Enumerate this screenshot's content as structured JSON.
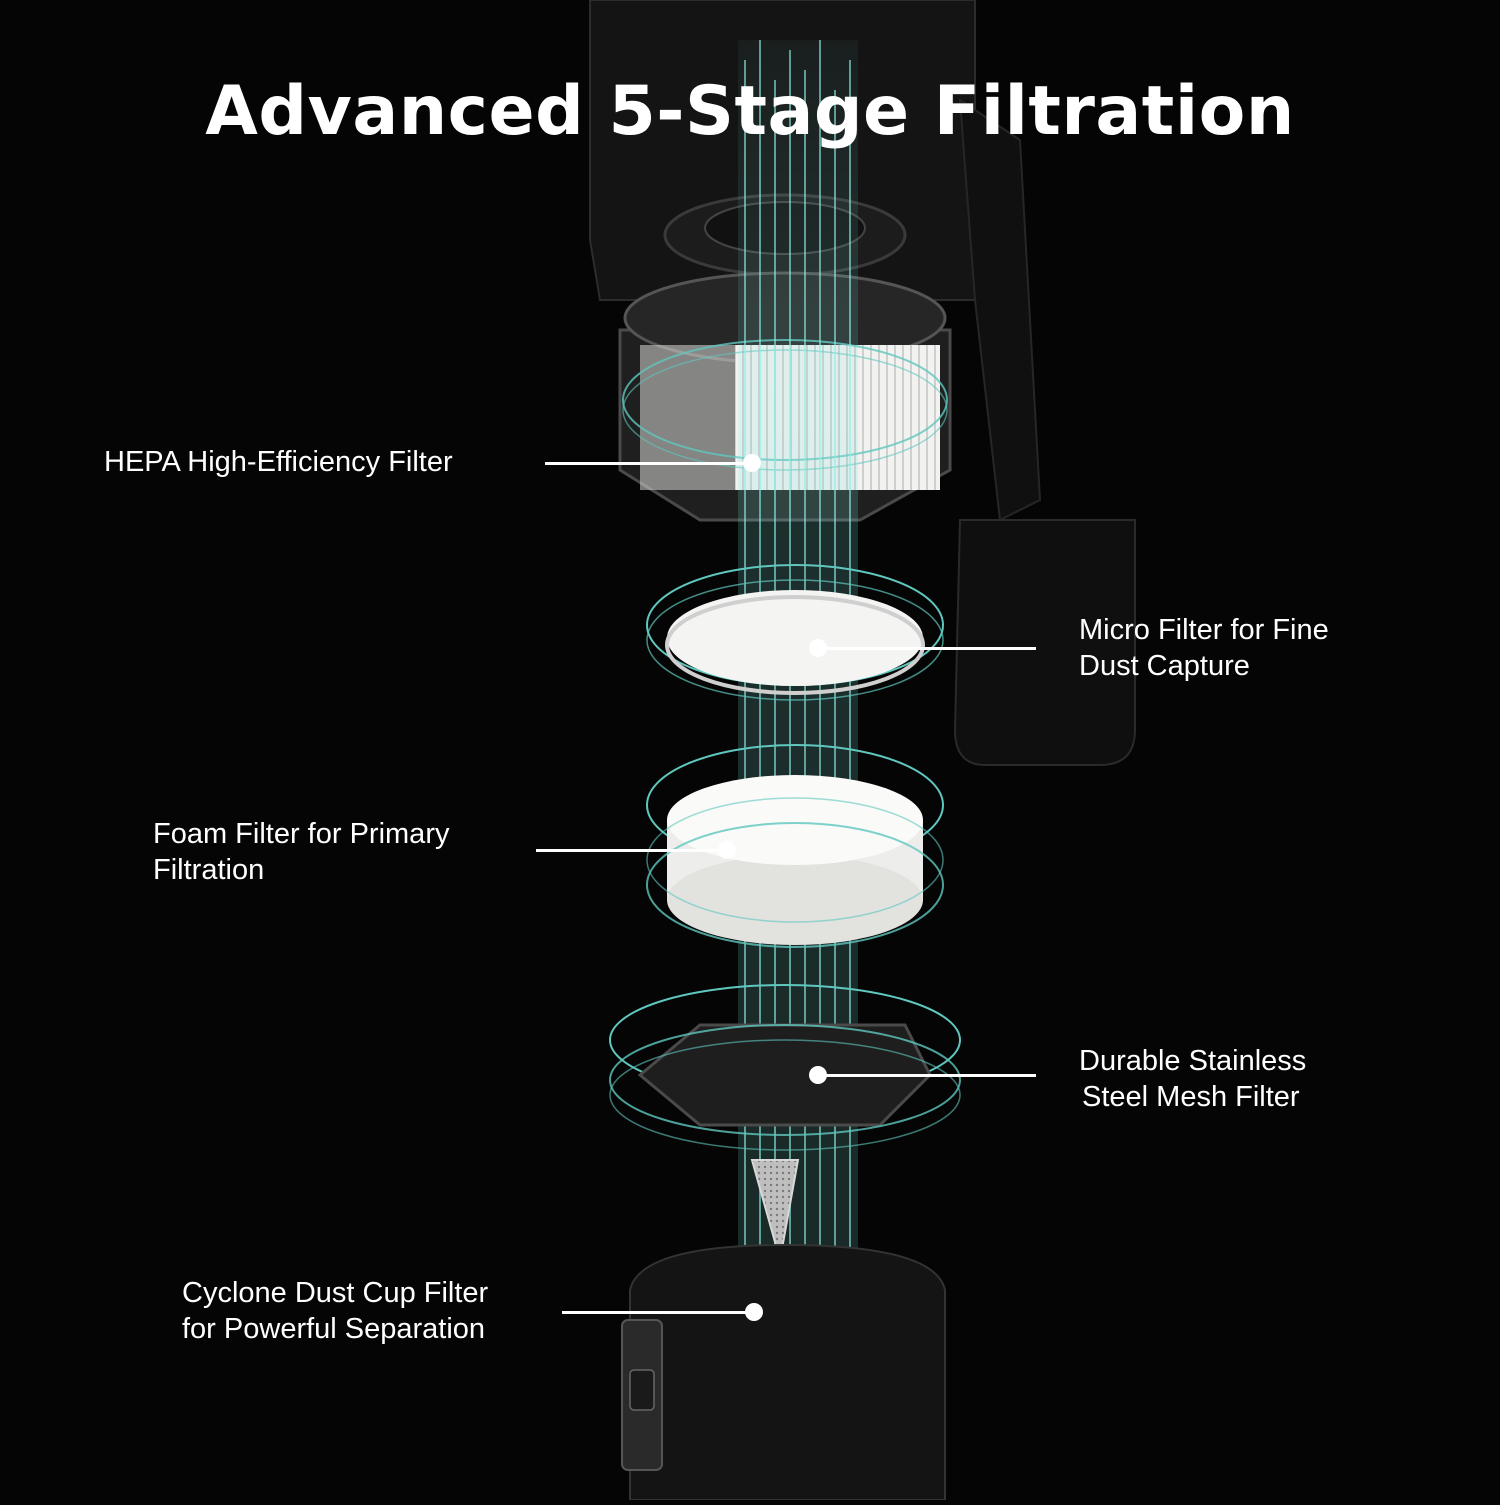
{
  "title": "Advanced 5-Stage Filtration",
  "colors": {
    "background": "#050505",
    "airflow": "#7fe0d8",
    "ring": "#5fc7be",
    "filter_white": "#f4f4f2",
    "text": "#ffffff"
  },
  "callouts": [
    {
      "lines": [
        "HEPA High-Efficiency Filter"
      ]
    },
    {
      "lines": [
        "Micro Filter for Fine",
        "Dust Capture"
      ]
    },
    {
      "lines": [
        "Foam Filter for Primary",
        "Filtration"
      ]
    },
    {
      "lines": [
        "Durable Stainless",
        "Steel Mesh Filter"
      ]
    },
    {
      "lines": [
        "Cyclone Dust Cup Filter",
        "for Powerful Separation"
      ]
    }
  ]
}
